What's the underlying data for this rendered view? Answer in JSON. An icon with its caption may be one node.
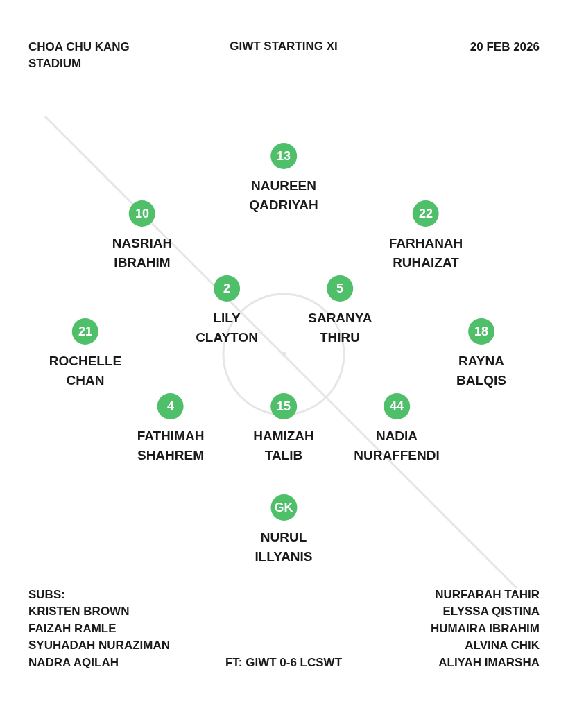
{
  "diagram": {
    "title": "GIWT STARTING XI",
    "nodes": [
      {
        "text": [
          "13"
        ],
        "beside": [
          "NAUREEN QADRIYAH"
        ]
      },
      {
        "text": [
          "10"
        ],
        "beside": [
          "NASRIAH IBRAHIM"
        ]
      },
      {
        "text": [
          "22"
        ],
        "beside": [
          "FARHANAH RUHAIZAT"
        ]
      },
      {
        "text": [
          "2"
        ],
        "beside": [
          "LILY CLAYTON"
        ]
      },
      {
        "text": [
          "5"
        ],
        "beside": [
          "SARANYA THIRU"
        ]
      },
      {
        "text": [
          "21"
        ],
        "beside": [
          "ROCHELLE CHAN"
        ]
      },
      {
        "text": [
          "18"
        ],
        "beside": [
          "RAYNA BALQIS"
        ]
      },
      {
        "text": [
          "4"
        ],
        "beside": [
          "FATHIMAH SHAHREM"
        ]
      },
      {
        "text": [
          "15"
        ],
        "beside": [
          "HAMIZAH TALIB"
        ]
      },
      {
        "text": [
          "44"
        ],
        "beside": [
          "NADIA NURAFFENDI"
        ]
      },
      {
        "text": [
          "GK"
        ],
        "beside": [
          "NURUL ILLYANIS"
        ]
      }
    ],
    "labels": [
      "CHOA CHU KANG STADIUM",
      "20 FEB 2026",
      "SUBS:",
      "NURFARAH TAHIR",
      "KRISTEN BROWN",
      "ELYSSA QISTINA",
      "FAIZAH RAMLE",
      "HUMAIRA IBRAHIM",
      "SYUHADAH NURAZIMAN",
      "ALVINA CHIK",
      "NADRA AQILAH",
      "FT: GIWT 0-6 LCSWT",
      "ALIYAH IMARSHA"
    ]
  }
}
